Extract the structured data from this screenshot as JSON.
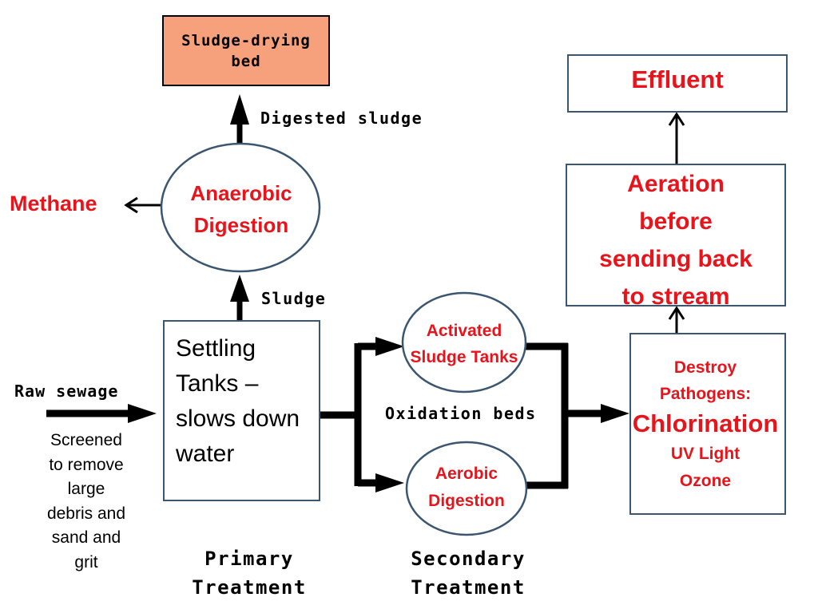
{
  "colors": {
    "red_text": "#e8141b",
    "box_border": "#3b5670",
    "sludge_bed_fill": "#f7a07c",
    "arrow": "#000000"
  },
  "nodes": {
    "sludge_drying_bed": "Sludge-drying bed",
    "anaerobic_digestion": [
      "Anaerobic",
      "Digestion"
    ],
    "methane": "Methane",
    "settling_tanks": [
      "Settling",
      "Tanks –",
      "slows down",
      "water"
    ],
    "activated_sludge": [
      "Activated",
      "Sludge Tanks"
    ],
    "aerobic_digestion": [
      "Aerobic",
      "Digestion"
    ],
    "destroy_pathogens": {
      "heading": [
        "Destroy",
        "Pathogens:"
      ],
      "methods": [
        "Chlorination",
        "UV Light",
        "Ozone"
      ]
    },
    "aeration": [
      "Aeration",
      "before",
      "sending back",
      "to stream"
    ],
    "effluent": "Effluent"
  },
  "labels": {
    "digested_sludge": "Digested sludge",
    "sludge": "Sludge",
    "raw_sewage": "Raw sewage",
    "screened": [
      "Screened",
      "to remove",
      "large",
      "debris and",
      "sand and",
      "grit"
    ],
    "oxidation_beds": "Oxidation beds",
    "primary_treatment": [
      "Primary",
      "Treatment"
    ],
    "secondary_treatment": [
      "Secondary",
      "Treatment"
    ]
  }
}
